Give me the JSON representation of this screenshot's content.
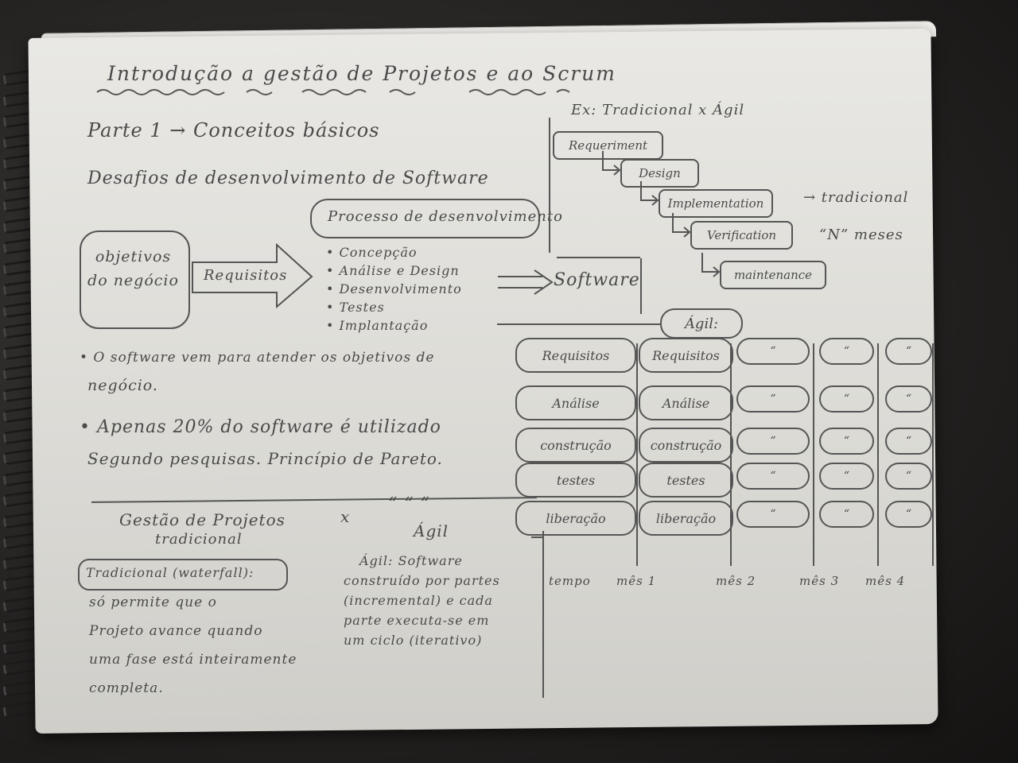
{
  "title": "Introdução a gestão de Projetos e ao Scrum",
  "part": "Parte 1 → Conceitos básicos",
  "challenges_heading": "Desafios de desenvolvimento de Software",
  "flow": {
    "objectives": "objetivos do negócio",
    "requirements": "Requisitos",
    "process_title": "Processo de desenvolvimento",
    "process_steps": [
      "• Concepção",
      "• Análise e Design",
      "• Desenvolvimento",
      "• Testes",
      "• Implantação"
    ],
    "software": "Software"
  },
  "bullets": {
    "b1_line1": "• O software vem para atender os objetivos de",
    "b1_line2": "negócio.",
    "b2_line1": "• Apenas 20% do software é utilizado",
    "b2_line2": "Segundo pesquisas. Princípio de Pareto."
  },
  "comparison": {
    "left_title": "Gestão de Projetos",
    "left_sub": "tradicional",
    "x": "x",
    "ditto": "“  “  “",
    "right_title": "Ágil",
    "trad_label": "Tradicional (waterfall):",
    "trad_text": [
      "só permite que o",
      "Projeto avance quando",
      "uma fase está inteiramente",
      "completa."
    ],
    "agile_text": [
      "Ágil: Software",
      "construído por partes",
      "(incremental) e cada",
      "parte executa-se em",
      "um ciclo (iterativo)"
    ]
  },
  "waterfall": {
    "example": "Ex: Tradicional x Ágil",
    "steps": [
      "Requeriment",
      "Design",
      "Implementation",
      "Verification",
      "maintenance"
    ],
    "note1": "→ tradicional",
    "note2": "“N” meses"
  },
  "agile": {
    "label": "Ágil:",
    "col1": [
      "Requisitos",
      "Análise",
      "construção",
      "testes",
      "liberação"
    ],
    "col2": [
      "Requisitos",
      "Análise",
      "construção",
      "testes",
      "liberação"
    ],
    "ditto_mark": "“",
    "timeline": [
      "tempo",
      "mês 1",
      "mês 2",
      "mês 3",
      "mês 4"
    ]
  }
}
